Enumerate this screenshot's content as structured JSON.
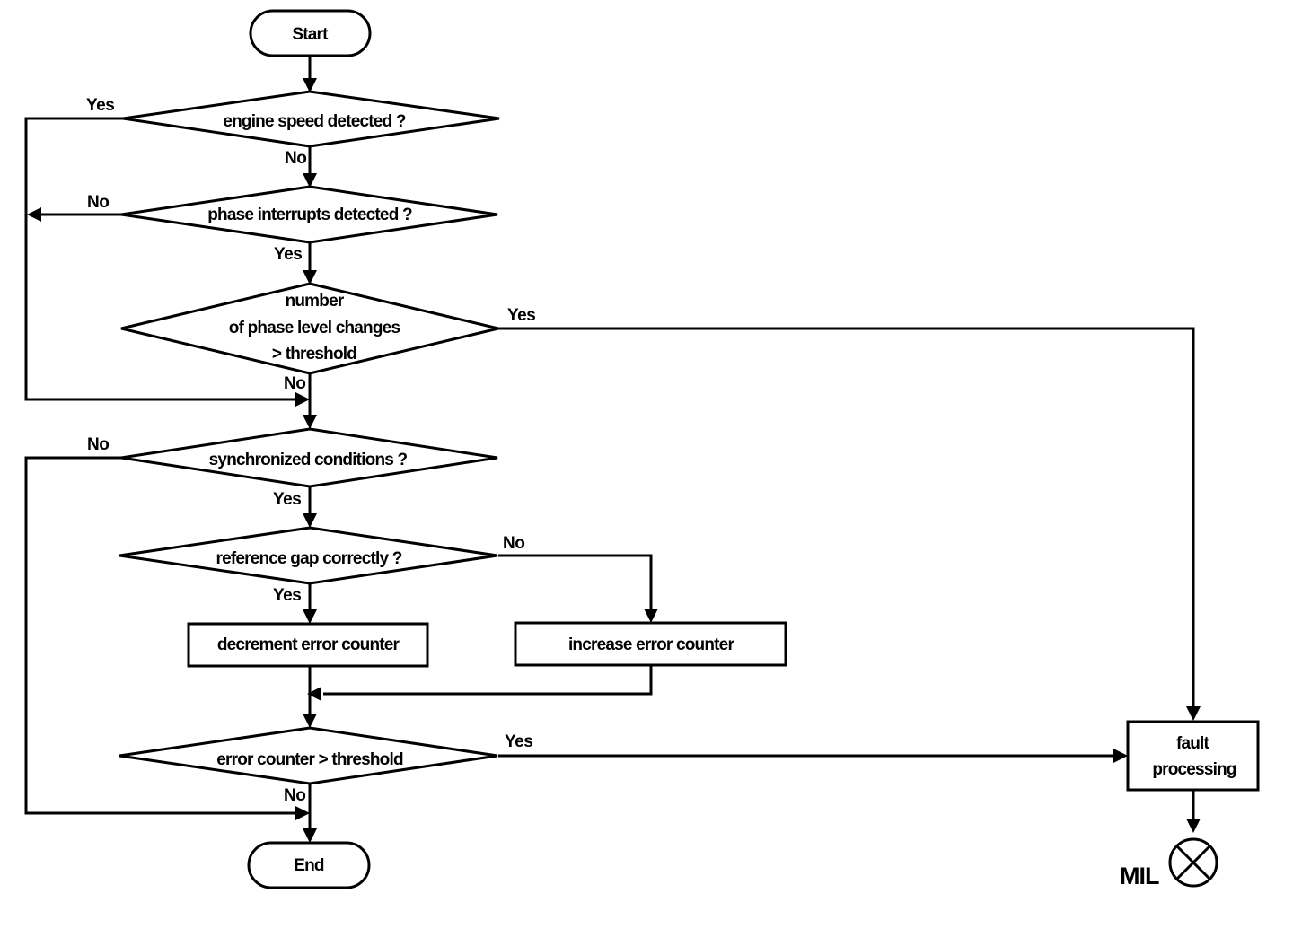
{
  "nodes": {
    "start": "Start",
    "engine_speed": "engine speed detected ?",
    "phase_interrupts": "phase interrupts detected ?",
    "phase_changes": [
      "number",
      "of phase level changes",
      "> threshold"
    ],
    "synchronized": "synchronized conditions ?",
    "reference_gap": "reference gap correctly ?",
    "decrement": "decrement error counter",
    "increase": "increase error counter",
    "error_counter": "error counter > threshold",
    "fault": [
      "fault",
      "processing"
    ],
    "end": "End",
    "mil": "MIL"
  },
  "labels": {
    "engine_yes": "Yes",
    "engine_no": "No",
    "phase_int_no": "No",
    "phase_int_yes": "Yes",
    "changes_yes": "Yes",
    "changes_no": "No",
    "sync_no": "No",
    "sync_yes": "Yes",
    "gap_no": "No",
    "gap_yes": "Yes",
    "err_yes": "Yes",
    "err_no": "No"
  }
}
